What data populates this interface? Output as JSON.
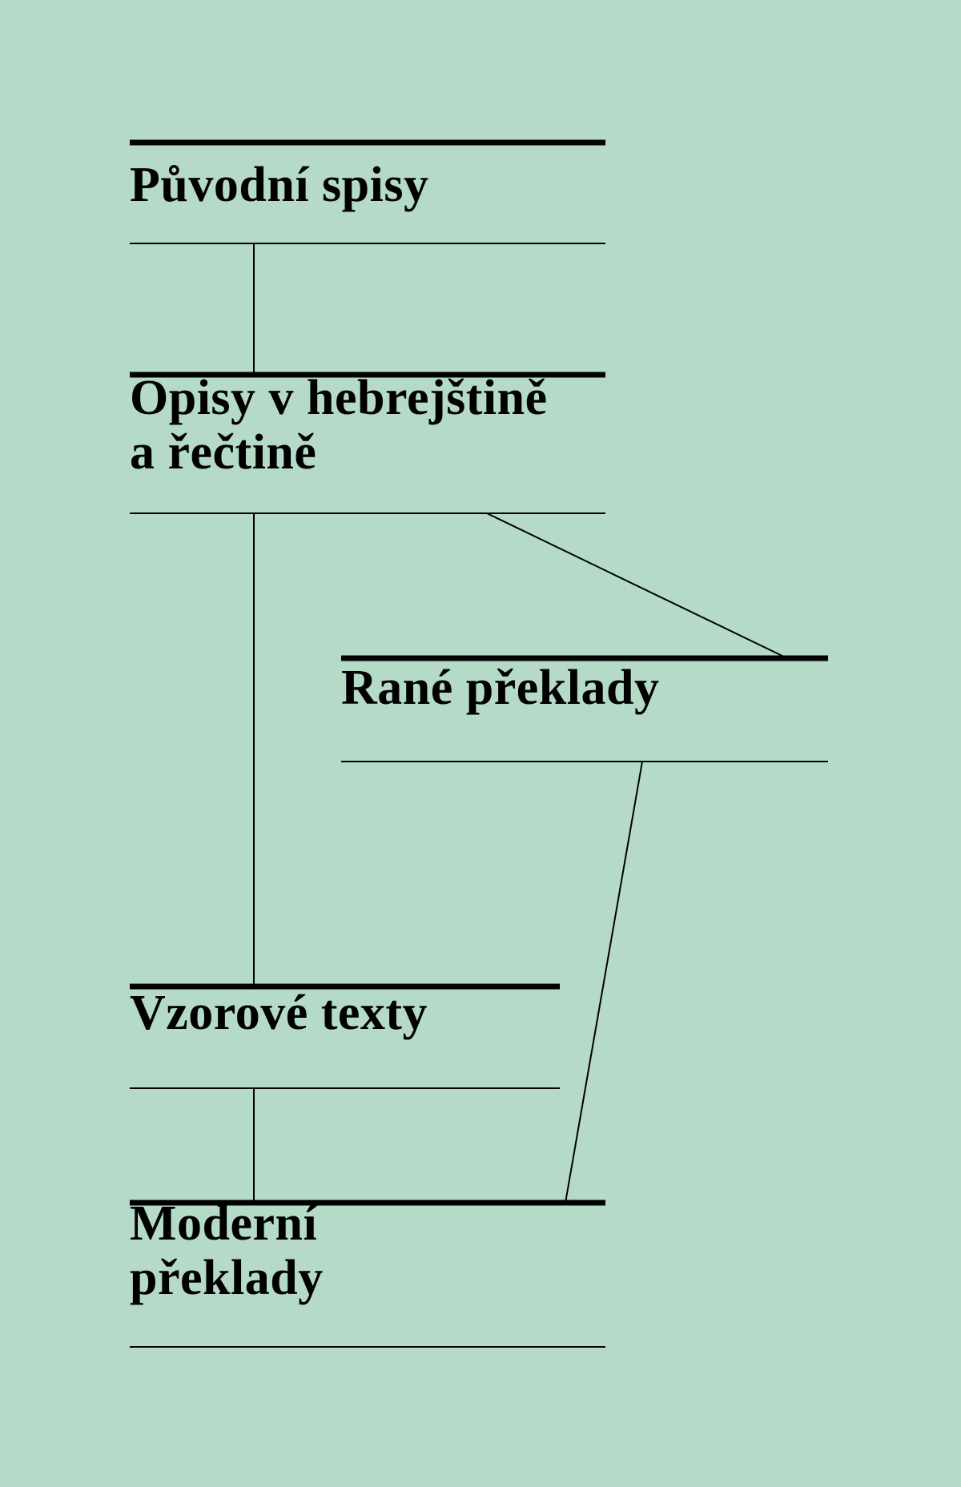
{
  "diagram": {
    "nodes": [
      {
        "id": "puvodni",
        "label": "Původní spisy"
      },
      {
        "id": "opisy",
        "label": "Opisy v hebrejštině\na řečtině"
      },
      {
        "id": "rane",
        "label": "Rané překlady"
      },
      {
        "id": "vzorove",
        "label": "Vzorové texty"
      },
      {
        "id": "moderni",
        "label": "Moderní\npřeklady"
      }
    ],
    "edges": [
      {
        "from": "puvodni",
        "to": "opisy"
      },
      {
        "from": "opisy",
        "to": "rane"
      },
      {
        "from": "opisy",
        "to": "vzorove"
      },
      {
        "from": "rane",
        "to": "moderni"
      },
      {
        "from": "vzorove",
        "to": "moderni"
      }
    ],
    "colors": {
      "background": "#b5dbc8",
      "ink": "#000000"
    }
  }
}
